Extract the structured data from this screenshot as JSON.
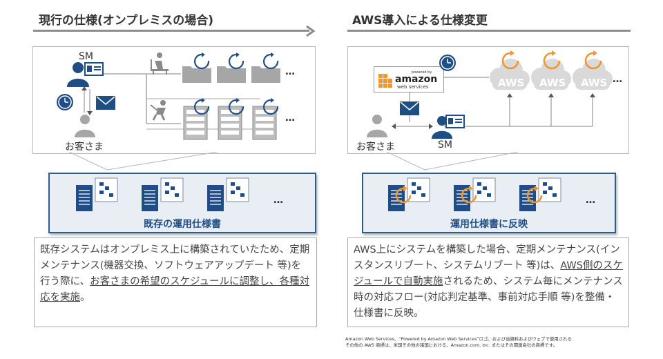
{
  "left": {
    "heading": "現行の仕様(オンプレミスの場合)",
    "sm_label": "SM",
    "customer_label": "お客さま",
    "ellipsis_top": "…",
    "ellipsis_bottom": "…",
    "spec_ellipsis": "…",
    "spec_title": "既存の運用仕様書",
    "desc_plain_1": "既存システムはオンプレミス上に構築されていたため、定期メンテナンス(機器交換、ソフトウェアアップデート 等)を行う際に、",
    "desc_underlined": "お客さまの希望のスケジュールに調整し、各種対応を実施",
    "desc_plain_2": "。"
  },
  "right": {
    "heading": "AWS導入による仕様変更",
    "logo_powered": "powered by",
    "logo_amazon": "amazon",
    "logo_webservices": "web services",
    "aws_cloud_labels": [
      "AWS",
      "AWS",
      "AWS"
    ],
    "ellipsis": "…",
    "customer_label": "お客さま",
    "sm_label": "SM",
    "spec_ellipsis": "…",
    "spec_title": "運用仕様書に反映",
    "desc_plain_1": "AWS上にシステムを構築した場合、定期メンテナンス(インスタンスリブート、システムリブート 等)は、",
    "desc_underlined": "AWS側のスケジュールで自動実施",
    "desc_plain_2": "されるため、システム毎にメンテナンス時の対応フロー(対応判定基準、事前対応手順 等)を整備・仕様書に反映。"
  },
  "footnote": {
    "line1": "Amazon Web Services、“Powered by Amazon Web Services”ロゴ、および当資料およびウェブで使用される",
    "line2": "その他の AWS 商標は、米国その他の諸国における、Amazon.com, Inc. またはその関連会社の商標です。"
  },
  "colors": {
    "navy": "#1f4e86",
    "orange": "#f0962f",
    "gray_person": "#a6a6a6",
    "rule": "#8c8c8c"
  }
}
